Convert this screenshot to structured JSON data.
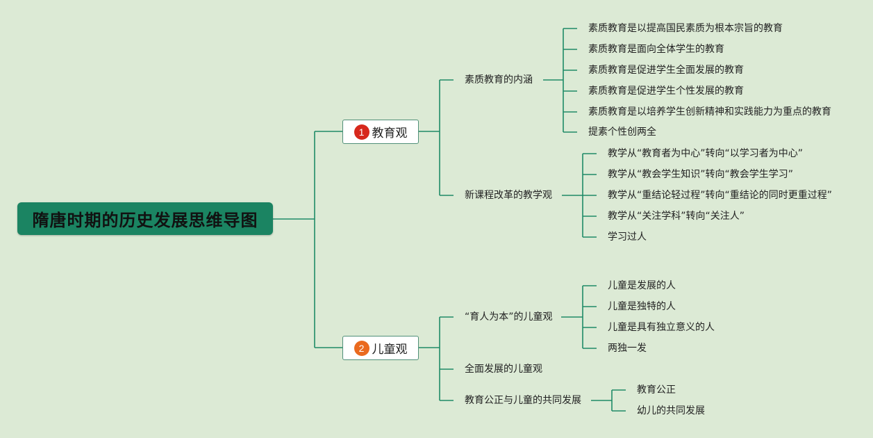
{
  "root": {
    "title": "隋唐时期的历史发展思维导图"
  },
  "branches": [
    {
      "num": "1",
      "label": "教育观",
      "badge_color": "#d7281c"
    },
    {
      "num": "2",
      "label": "儿童观",
      "badge_color": "#ea6a1f"
    }
  ],
  "sub": [
    "素质教育的内涵",
    "新课程改革的教学观",
    "“育人为本”的儿童观",
    "全面发展的儿童观",
    "教育公正与儿童的共同发展"
  ],
  "leaves": {
    "neihan": [
      "素质教育是以提高国民素质为根本宗旨的教育",
      "素质教育是面向全体学生的教育",
      "素质教育是促进学生全面发展的教育",
      "素质教育是促进学生个性发展的教育",
      "素质教育是以培养学生创新精神和实践能力为重点的教育",
      "提素个性创两全"
    ],
    "jiaoxue": [
      "教学从“教育者为中心”转向“以学习者为中心”",
      "教学从“教会学生知识”转向“教会学生学习”",
      "教学从“重结论轻过程”转向“重结论的同时更重过程”",
      "教学从“关注学科”转向“关注人”",
      "学习过人"
    ],
    "yuren": [
      "儿童是发展的人",
      "儿童是独特的人",
      "儿童是具有独立意义的人",
      "两独一发"
    ],
    "gongzheng": [
      "教育公正",
      "幼儿的共同发展"
    ]
  }
}
